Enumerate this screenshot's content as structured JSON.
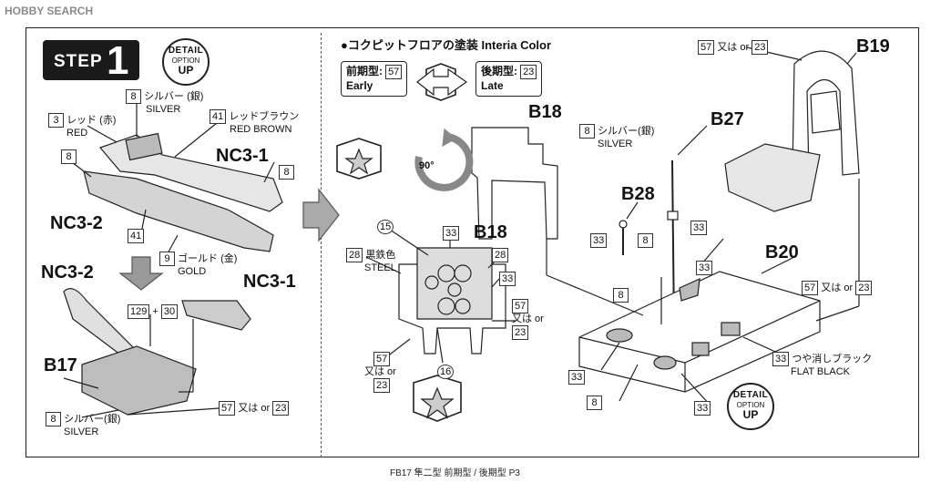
{
  "watermark": "HOBBY SEARCH",
  "step": {
    "word": "STEP",
    "number": "1"
  },
  "badge": {
    "line1": "DETAIL",
    "line2": "OPTION",
    "line3": "UP"
  },
  "left": {
    "silver_code": "8",
    "silver_jp": "シルバー (銀)",
    "silver_en": "SILVER",
    "red_code": "3",
    "red_jp": "レッド (赤)",
    "red_en": "RED",
    "redbrown_code": "41",
    "redbrown_jp": "レッドブラウン",
    "redbrown_en": "RED BROWN",
    "gold_code": "9",
    "gold_jp": "ゴールド (金)",
    "gold_en": "GOLD",
    "code8_a": "8",
    "code8_b": "8",
    "code41_b": "41",
    "nc31": "NC3-1",
    "nc32": "NC3-2",
    "nc32_b": "NC3-2",
    "nc31_b": "NC3-1",
    "b17": "B17",
    "code129": "129",
    "plus": "+",
    "code30": "30",
    "silver2_code": "8",
    "silver2_jp": "シルバー(銀)",
    "silver2_en": "SILVER",
    "alt_code_a": "57",
    "alt_text": "又は or",
    "alt_code_b": "23"
  },
  "right": {
    "title": "●コクピットフロアの塗装 Interia Color",
    "early_jp": "前期型:",
    "early_code": "57",
    "early_en": "Early",
    "late_jp": "後期型:",
    "late_code": "23",
    "late_en": "Late",
    "b18": "B18",
    "b18_b": "B18",
    "b27": "B27",
    "b28": "B28",
    "b19": "B19",
    "b20": "B20",
    "rotate": "90°",
    "silver_code": "8",
    "silver_jp": "シルバー(銀)",
    "silver_en": "SILVER",
    "steel_code": "28",
    "steel_jp": "黒鉄色",
    "steel_en": "STEEL",
    "decal15": "15",
    "decal16": "16",
    "c33a": "33",
    "c28b": "28",
    "c33b": "33",
    "or57a": "57",
    "or_text": "又は or",
    "or23a": "23",
    "or57b": "57",
    "or23b": "23",
    "b19_57": "57",
    "b19_23": "23",
    "c33c": "33",
    "c33d": "33",
    "c8": "8",
    "c8b": "8",
    "c33e": "33",
    "b20_57": "57",
    "b20_23": "23",
    "flat_code": "33",
    "flat_jp": "つや消しブラック",
    "flat_en": "FLAT BLACK",
    "c33f": "33",
    "c8c": "8",
    "c33g": "33"
  },
  "footer": "FB17 隼二型 前期型 / 後期型 P3"
}
